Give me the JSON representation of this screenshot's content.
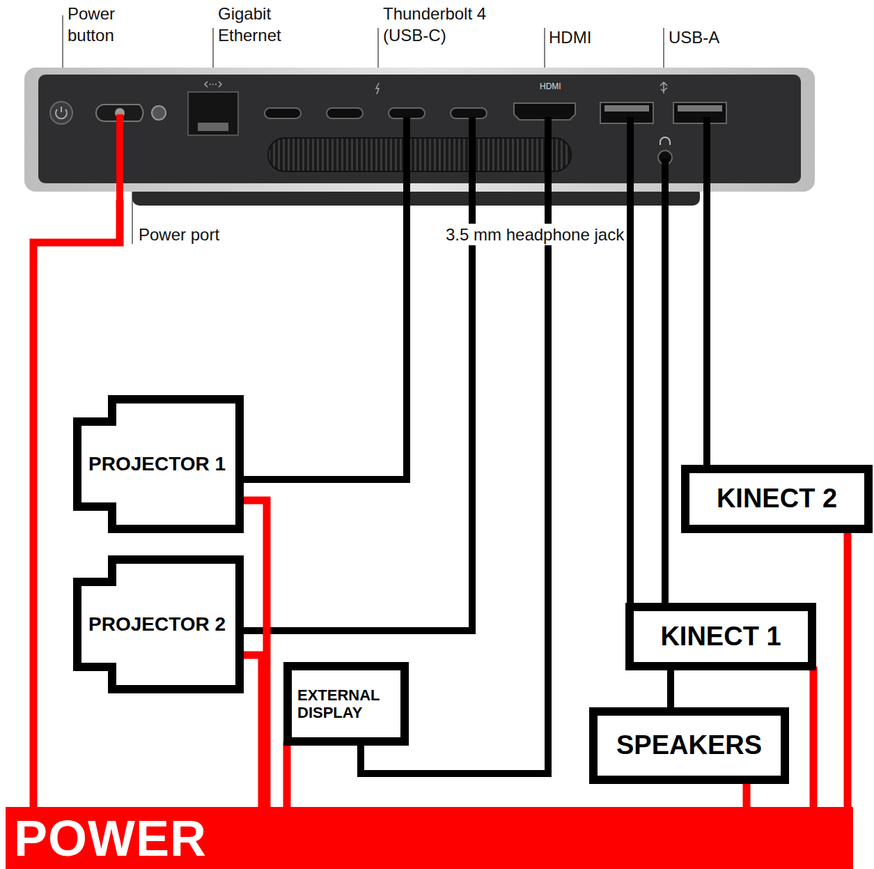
{
  "diagram": {
    "nodes": [
      {
        "text": [
          "HDMI"
        ]
      },
      {
        "text": [
          "PROJECTOR 1"
        ]
      },
      {
        "text": [
          "KINECT 2"
        ]
      },
      {
        "text": [
          "PROJECTOR 2"
        ]
      },
      {
        "text": [
          "KINECT 1"
        ]
      },
      {
        "text": [
          "EXTERNAL DISPLAY"
        ]
      },
      {
        "text": [
          "SPEAKERS"
        ]
      },
      {
        "text": [
          "POWER"
        ]
      }
    ],
    "edges": [
      {
        "from": 0,
        "to": 1,
        "arrow": "none"
      },
      {
        "from": 0,
        "to": 3,
        "arrow": "none"
      },
      {
        "from": 0,
        "to": 5,
        "arrow": "none"
      },
      {
        "from": 0,
        "to": 4,
        "arrow": "none"
      },
      {
        "from": 0,
        "to": 4,
        "arrow": "none"
      },
      {
        "from": 0,
        "to": 2,
        "arrow": "none"
      },
      {
        "from": 4,
        "to": 6,
        "arrow": "none"
      },
      {
        "from": 7,
        "to": 0,
        "arrow": "none"
      },
      {
        "from": 7,
        "to": 1,
        "arrow": "none"
      },
      {
        "from": 7,
        "to": 3,
        "arrow": "none"
      },
      {
        "from": 7,
        "to": 5,
        "arrow": "none"
      },
      {
        "from": 7,
        "to": 6,
        "arrow": "none"
      },
      {
        "from": 7,
        "to": 4,
        "arrow": "none"
      },
      {
        "from": 7,
        "to": 2,
        "arrow": "none"
      }
    ],
    "labels": [
      "Power button",
      "Gigabit Ethernet",
      "Thunderbolt 4 (USB-C)",
      "HDMI",
      "USB-A",
      "Power port",
      "3.5 mm headphone jack"
    ]
  }
}
